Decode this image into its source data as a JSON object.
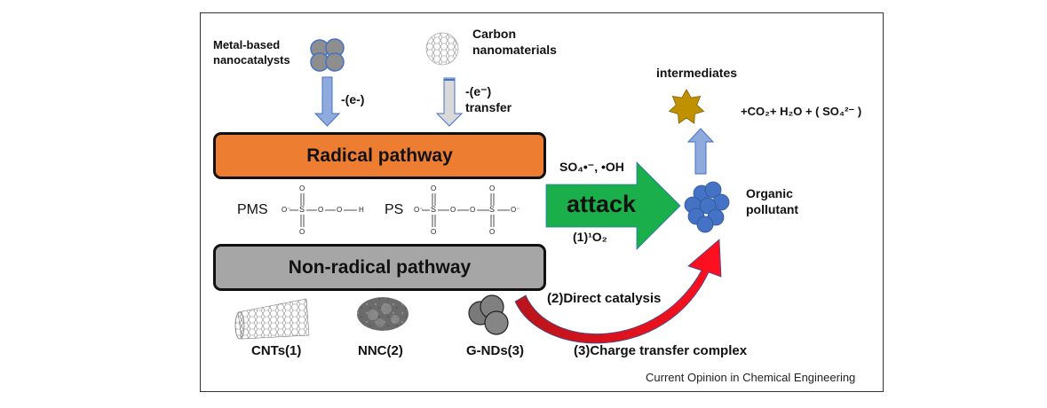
{
  "source_caption": "Current Opinion in Chemical Engineering",
  "catalysts_top": {
    "metal": {
      "label_line1": "Metal-based",
      "label_line2": "nanocatalysts",
      "arrow_label": "-(e-)"
    },
    "carbon": {
      "label_line1": "Carbon",
      "label_line2": "nanomaterials",
      "arrow_label_line1": "-(e⁻)",
      "arrow_label_line2": "transfer"
    }
  },
  "pathways": {
    "radical": {
      "label": "Radical pathway",
      "color": "#ED7D31"
    },
    "non_radical": {
      "label": "Non-radical pathway",
      "color": "#A6A6A6"
    }
  },
  "oxidants": {
    "pms": {
      "label": "PMS",
      "atoms": [
        "O⁻",
        "S",
        "O",
        "O",
        "H"
      ],
      "double_bond_o": "O"
    },
    "ps": {
      "label": "PS",
      "atoms": [
        "O⁻",
        "S",
        "O",
        "O",
        "S",
        "O⁻"
      ],
      "double_bond_o": "O"
    }
  },
  "attack": {
    "label": "attack",
    "color": "#1AAF4B",
    "species_top": "SO₄•⁻, •OH",
    "species_bottom": "(1)¹O₂"
  },
  "target": {
    "pollutant_line1": "Organic",
    "pollutant_line2": "pollutant",
    "pollutant_color": "#4472C4",
    "intermediates": "intermediates",
    "intermediates_color": "#BF9000",
    "products": "+CO₂+ H₂O + ( SO₄²⁻ )"
  },
  "nonradical_materials": [
    {
      "label": "CNTs(1)"
    },
    {
      "label": "NNC(2)"
    },
    {
      "label": "G-NDs(3)"
    }
  ],
  "nonradical_mechanisms": {
    "direct": "(2)Direct catalysis",
    "charge_transfer": "(3)Charge transfer complex",
    "arrow_color": "#E8141C"
  },
  "colors": {
    "down_arrow_blue": "#8FAADC",
    "down_arrow_gray": "#D9D9D9",
    "up_arrow_blue": "#8FAADC"
  }
}
